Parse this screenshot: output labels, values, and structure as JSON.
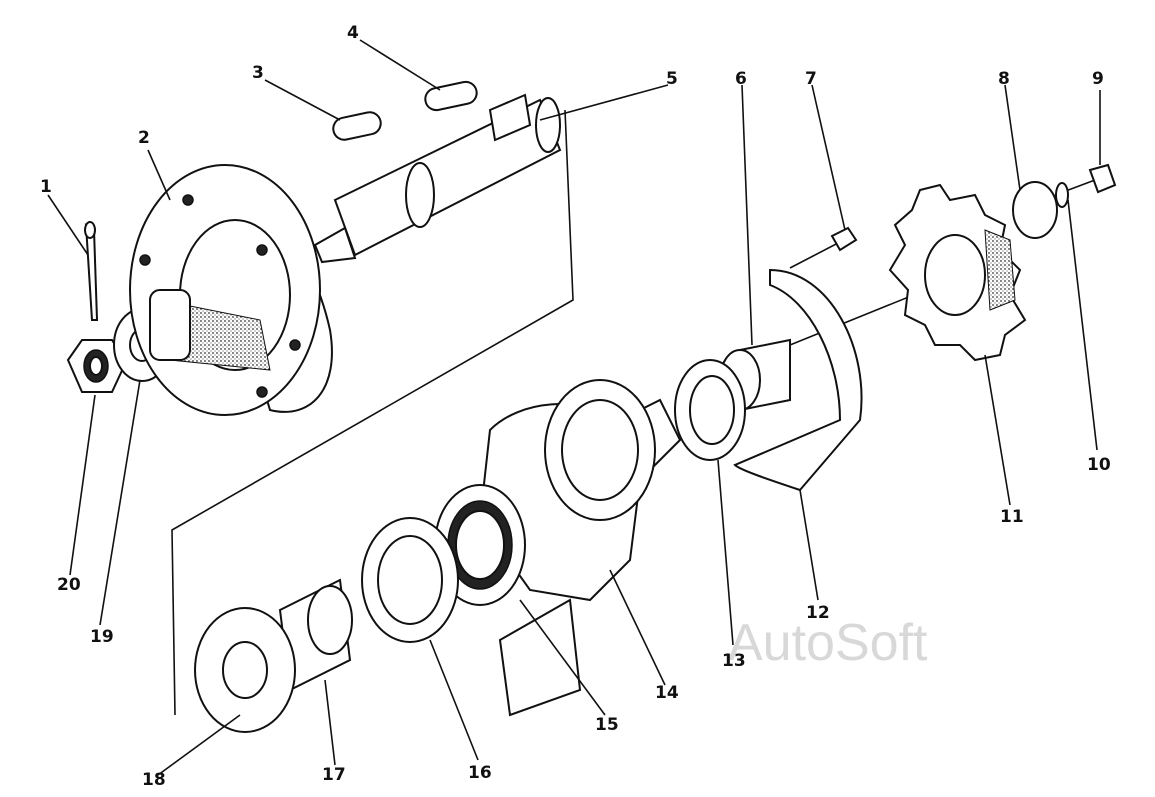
{
  "diagram": {
    "callouts": [
      "1",
      "2",
      "3",
      "4",
      "5",
      "6",
      "7",
      "8",
      "9",
      "10",
      "11",
      "12",
      "13",
      "14",
      "15",
      "16",
      "17",
      "18",
      "19",
      "20"
    ],
    "watermark": "AutoSoft"
  }
}
